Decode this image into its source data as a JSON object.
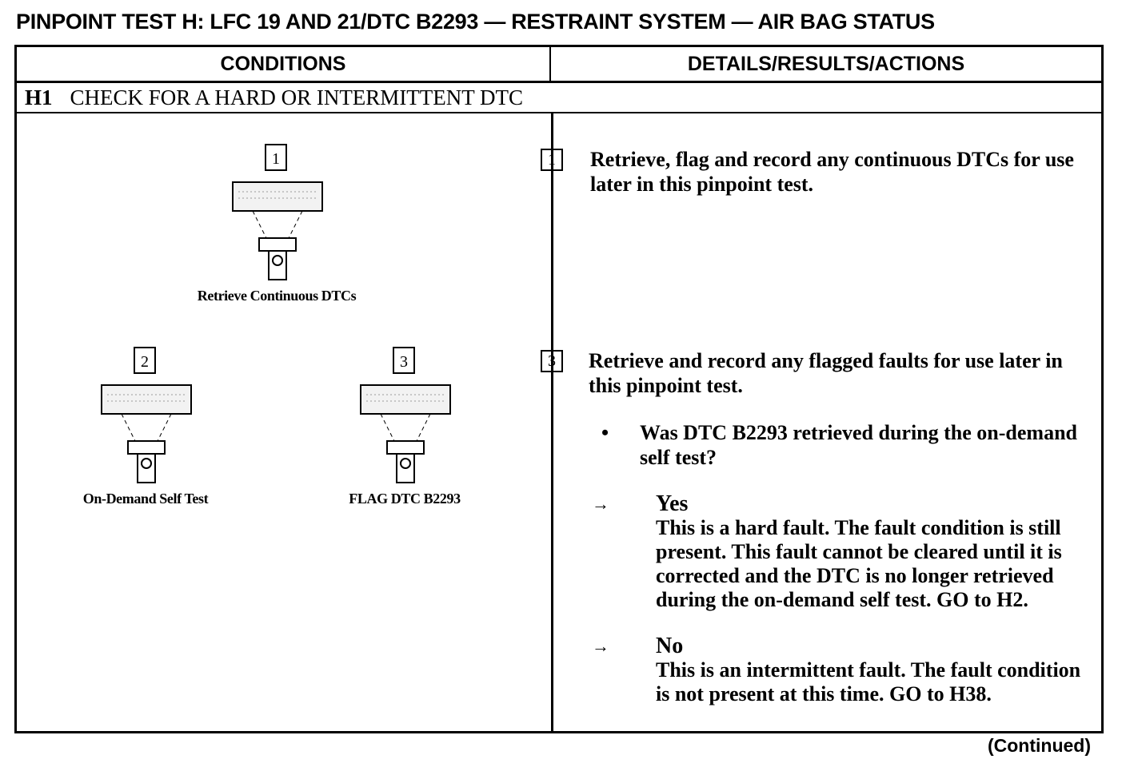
{
  "title": "PINPOINT TEST H:  LFC 19 AND 21/DTC B2293 — RESTRAINT SYSTEM — AIR BAG STATUS",
  "table": {
    "header_conditions": "CONDITIONS",
    "header_details": "DETAILS/RESULTS/ACTIONS",
    "step_id": "H1",
    "step_title": "CHECK FOR A HARD OR INTERMITTENT DTC"
  },
  "figures": [
    {
      "number": "1",
      "caption": "Retrieve Continuous DTCs"
    },
    {
      "number": "2",
      "caption": "On-Demand Self Test"
    },
    {
      "number": "3",
      "caption": "FLAG DTC B2293"
    }
  ],
  "actions": [
    {
      "number": "1",
      "text": "Retrieve, flag and record any continuous DTCs for use later in this pinpoint test."
    },
    {
      "number": "3",
      "text": "Retrieve and record any flagged faults for use later in this pinpoint test."
    }
  ],
  "question": {
    "bullet": "•",
    "text": "Was DTC B2293 retrieved during the on-demand self test?"
  },
  "answers": [
    {
      "arrow": "→",
      "label": "Yes",
      "text": "This is a hard fault. The fault condition is still present. This fault cannot be cleared until it is corrected and the DTC is no longer retrieved during the on-demand self test. GO to H2."
    },
    {
      "arrow": "→",
      "label": "No",
      "text": "This is an intermittent fault. The fault condition is not present at this time. GO to H38."
    }
  ],
  "footer": "(Continued)"
}
